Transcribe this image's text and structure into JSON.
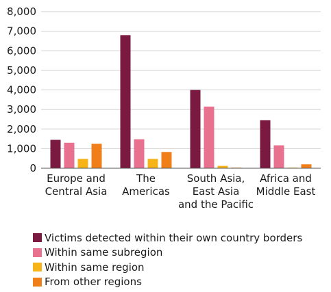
{
  "chart_data": {
    "type": "bar",
    "title": "",
    "xlabel": "",
    "ylabel": "",
    "ylim": [
      0,
      8000
    ],
    "y_ticks": [
      "0",
      "1,000",
      "2,000",
      "3,000",
      "4,000",
      "5,000",
      "6,000",
      "7,000",
      "8,000"
    ],
    "categories": [
      [
        "Europe and",
        "Central Asia"
      ],
      [
        "The",
        "Americas"
      ],
      [
        "South Asia,",
        "East Asia",
        "and the Pacific"
      ],
      [
        "Africa and",
        "Middle East"
      ]
    ],
    "series": [
      {
        "name": "Victims detected within their own country borders",
        "color": "#7b1a40",
        "values": [
          1450,
          6800,
          4000,
          2450
        ]
      },
      {
        "name": "Within same subregion",
        "color": "#e8718f",
        "values": [
          1300,
          1480,
          3150,
          1170
        ]
      },
      {
        "name": "Within same region",
        "color": "#f6b418",
        "values": [
          480,
          480,
          120,
          30
        ]
      },
      {
        "name": "From other regions",
        "color": "#f07f1a",
        "values": [
          1250,
          830,
          30,
          200
        ]
      }
    ],
    "grid": true,
    "legend_position": "bottom"
  }
}
